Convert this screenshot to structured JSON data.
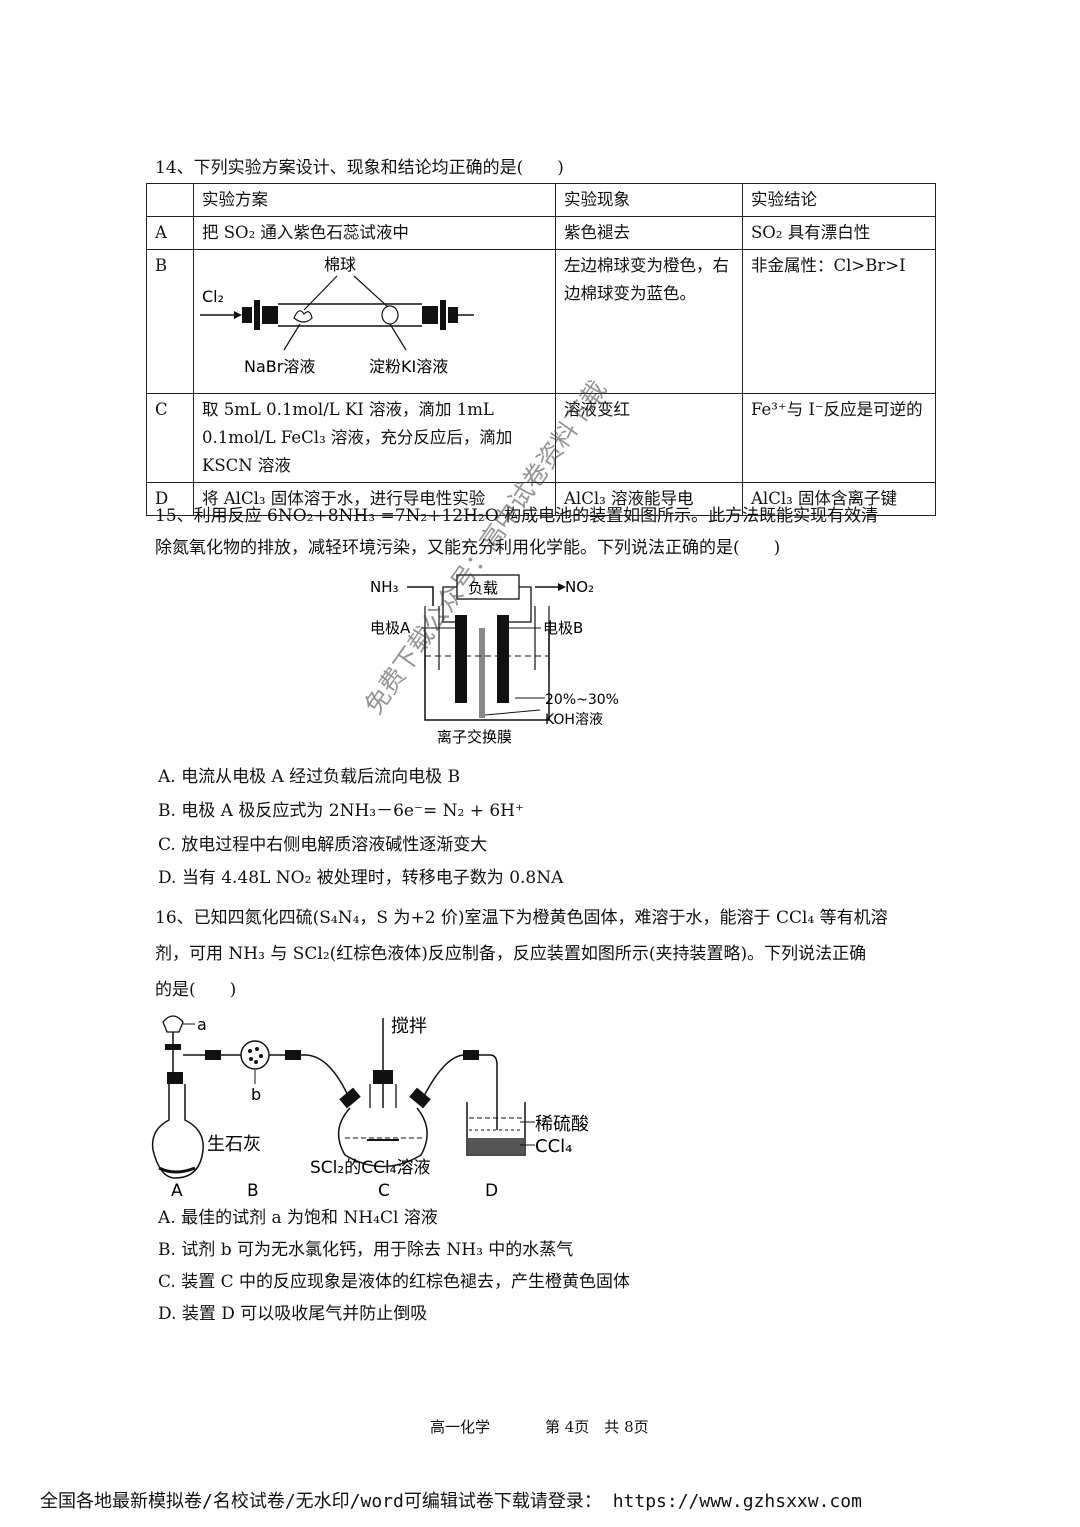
{
  "q14": {
    "stem": "14、下列实验方案设计、现象和结论均正确的是(　　)",
    "headers": [
      "",
      "实验方案",
      "实验现象",
      "实验结论"
    ],
    "rowA": {
      "label": "A",
      "plan": "把 SO₂ 通入紫色石蕊试液中",
      "phenomenon": "紫色褪去",
      "conclusion": "SO₂ 具有漂白性"
    },
    "rowB": {
      "label": "B",
      "phenomenon": "左边棉球变为橙色，右边棉球变为蓝色。",
      "conclusion": "非金属性：Cl>Br>I",
      "fig": {
        "cotton": "棉球",
        "cl2": "Cl₂",
        "nabr": "NaBr溶液",
        "ki": "淀粉KI溶液"
      }
    },
    "rowC": {
      "label": "C",
      "plan": "取 5mL 0.1mol/L KI 溶液，滴加 1mL 0.1mol/L FeCl₃ 溶液，充分反应后，滴加 KSCN 溶液",
      "phenomenon": "溶液变红",
      "conclusion": "Fe³⁺与 I⁻反应是可逆的"
    },
    "rowD": {
      "label": "D",
      "plan": "将 AlCl₃ 固体溶于水，进行导电性实验",
      "phenomenon": "AlCl₃ 溶液能导电",
      "conclusion": "AlCl₃ 固体含离子键"
    }
  },
  "q15": {
    "stem_line1": "15、利用反应 6NO₂+8NH₃ =7N₂+12H₂O 构成电池的装置如图所示。此方法既能实现有效清",
    "stem_line2": "除氮氧化物的排放，减轻环境污染，又能充分利用化学能。下列说法正确的是(　　)",
    "fig": {
      "nh3": "NH₃",
      "load": "负载",
      "no2": "NO₂",
      "electrodeA": "电极A",
      "electrodeB": "电极B",
      "koh1": "20%~30%",
      "koh2": "KOH溶液",
      "membrane": "离子交换膜"
    },
    "options": [
      "A. 电流从电极 A 经过负载后流向电极 B",
      "B. 电极 A 极反应式为 2NH₃－6e⁻= N₂ + 6H⁺",
      "C. 放电过程中右侧电解质溶液碱性逐渐变大",
      "D. 当有 4.48L NO₂ 被处理时，转移电子数为 0.8NA"
    ]
  },
  "q16": {
    "stem_line1": "16、已知四氮化四硫(S₄N₄，S 为+2 价)室温下为橙黄色固体，难溶于水，能溶于 CCl₄ 等有机溶",
    "stem_line2": "剂，可用 NH₃ 与 SCl₂(红棕色液体)反应制备，反应装置如图所示(夹持装置略)。下列说法正确",
    "stem_line3": "的是(　　)",
    "fig": {
      "a": "a",
      "b": "b",
      "stir": "搅拌",
      "quicklime": "生石灰",
      "solution": "SCl₂的CCl₄溶液",
      "acid": "稀硫酸",
      "ccl4": "CCl₄",
      "A": "A",
      "B": "B",
      "C": "C",
      "D": "D"
    },
    "options": [
      "A. 最佳的试剂 a 为饱和 NH₄Cl 溶液",
      "B. 试剂 b 可为无水氯化钙，用于除去 NH₃ 中的水蒸气",
      "C. 装置 C 中的反应现象是液体的红棕色褪去，产生橙黄色固体",
      "D. 装置 D 可以吸收尾气并防止倒吸"
    ]
  },
  "watermark": "免费下载公众号：高中试卷资料下载",
  "footer": {
    "subject": "高一化学",
    "page": "第 4页　共 8页"
  },
  "banner": "全国各地最新模拟卷/名校试卷/无水印/word可编辑试卷下载请登录： https://www.gzhsxxw.com"
}
